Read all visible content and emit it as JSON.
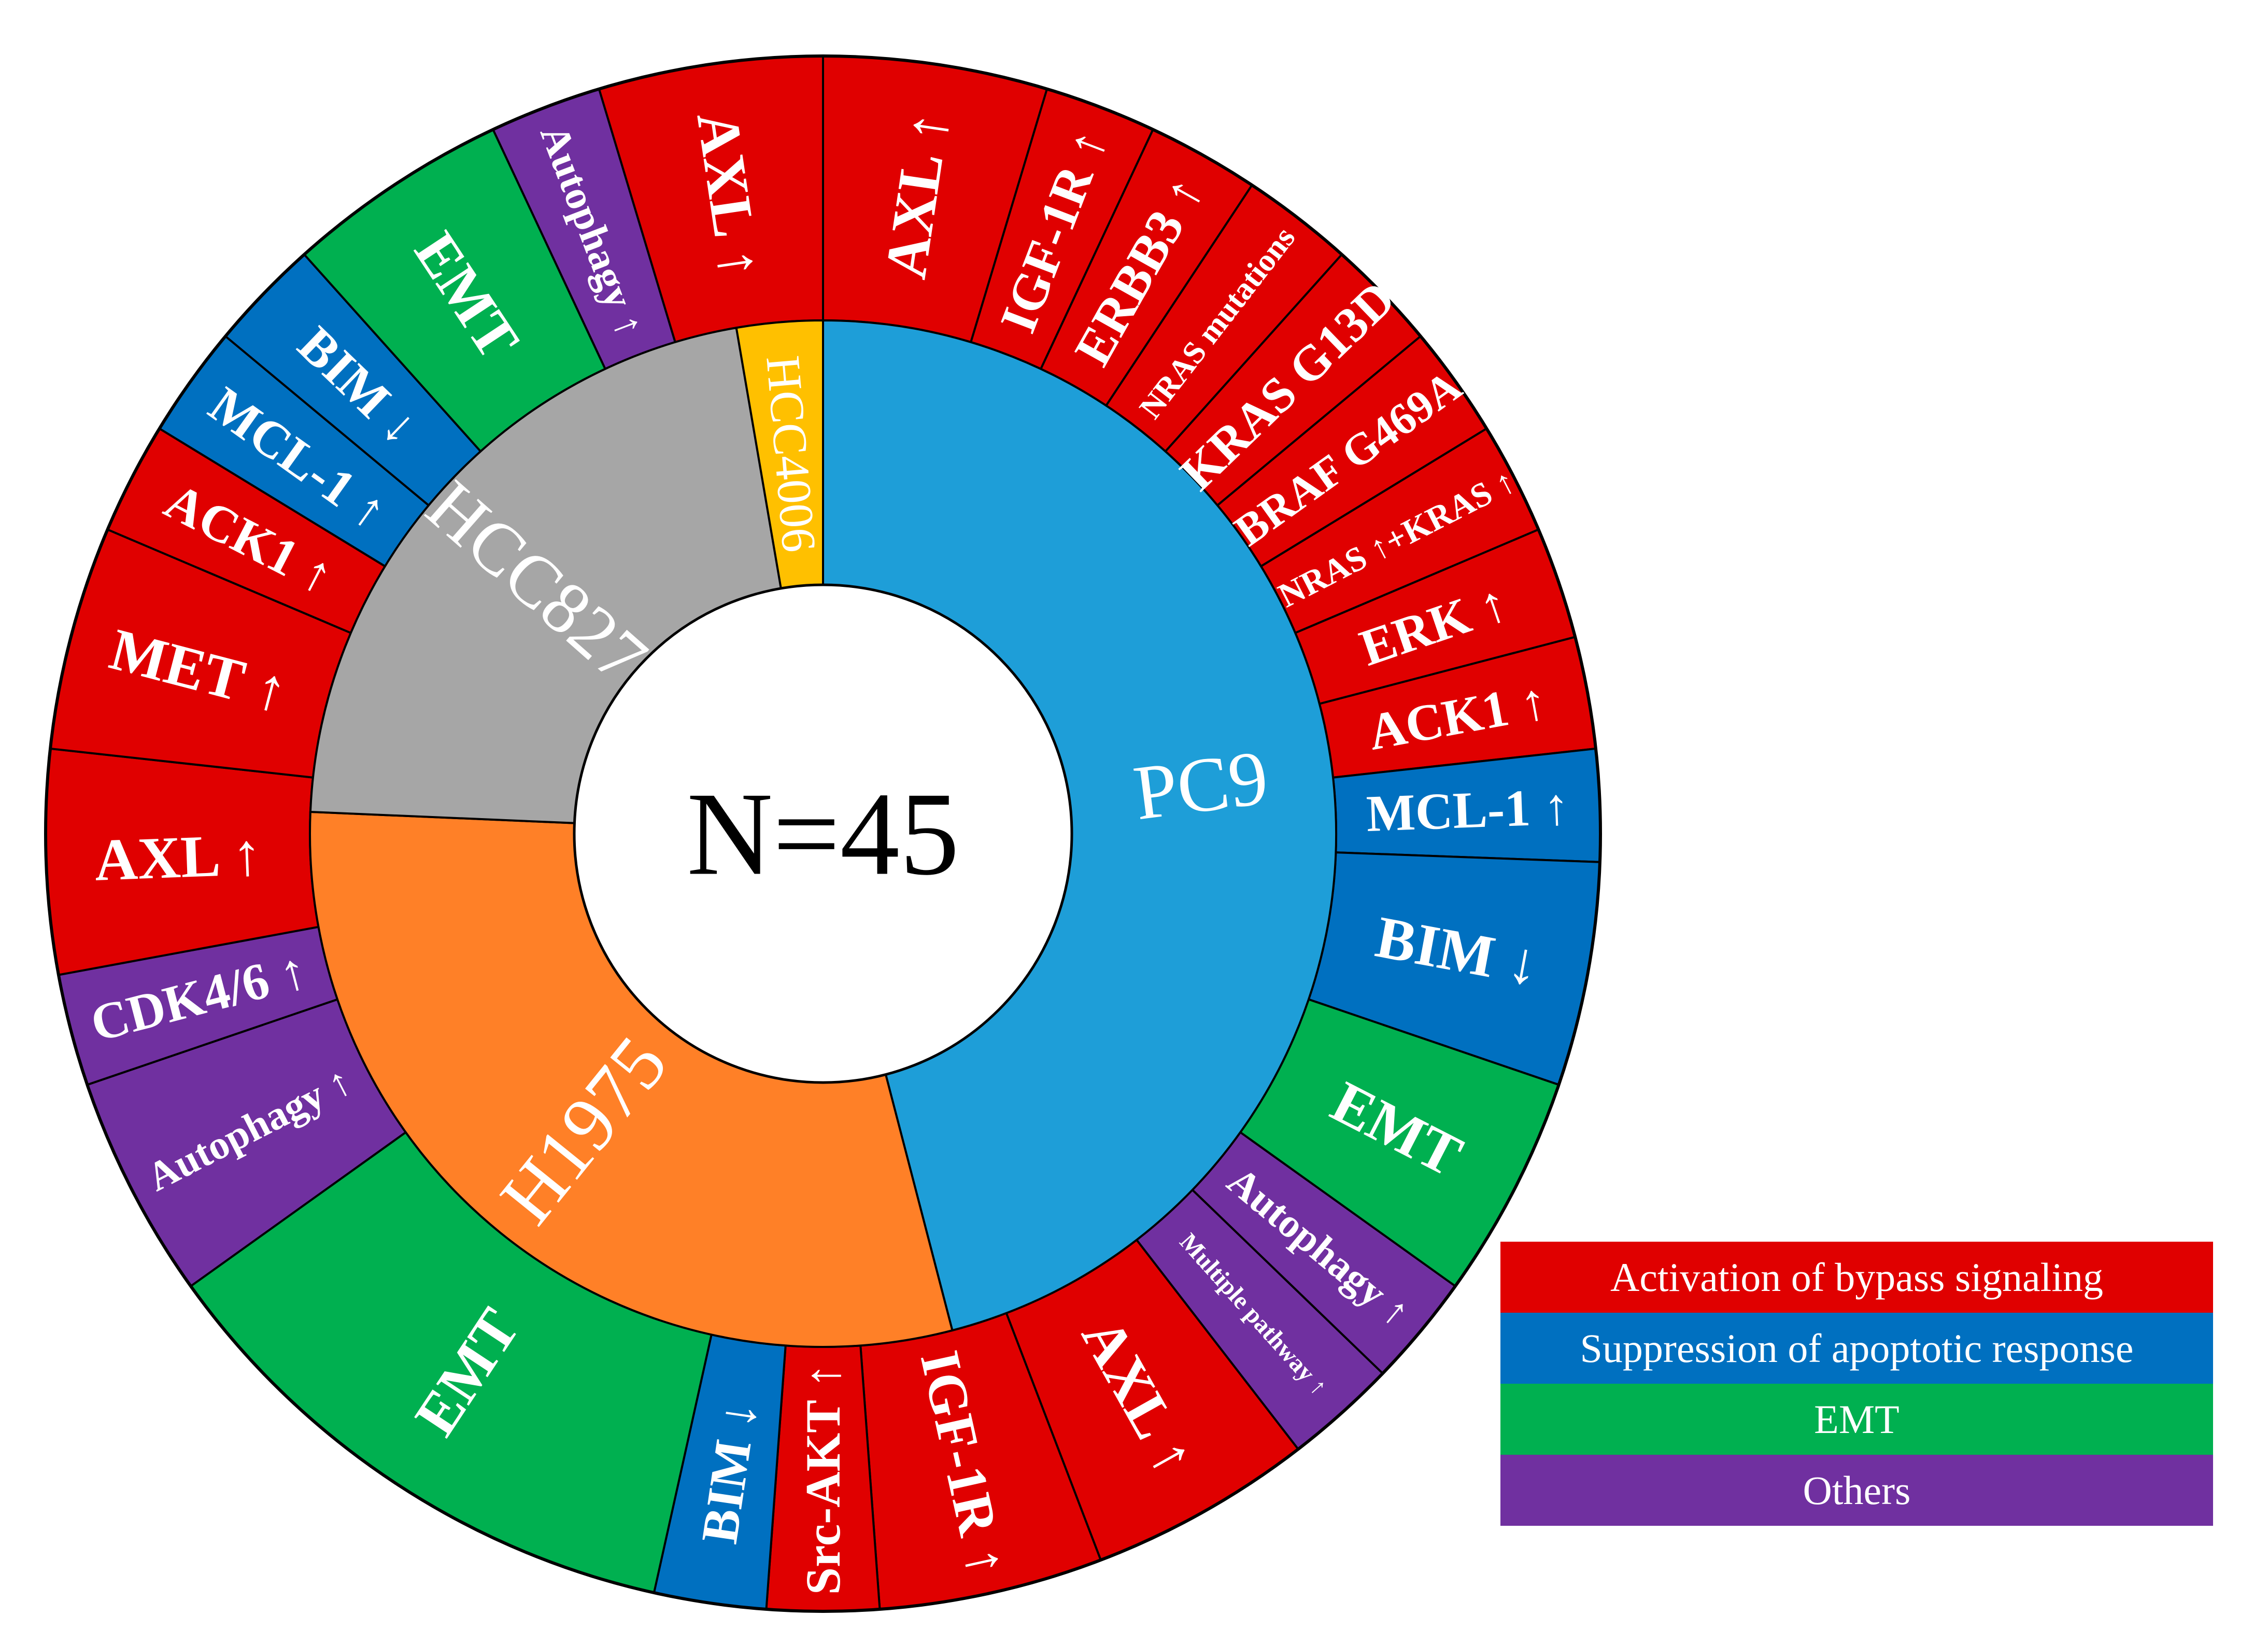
{
  "chart_data": {
    "type": "sunburst",
    "center_label": "N=45",
    "category_colors": {
      "bypass": "#e00000",
      "apoptosis": "#0070c0",
      "emt": "#00b050",
      "others": "#7030a0"
    },
    "inner_ring": [
      {
        "name": "PC9",
        "value": 17,
        "color": "#1e9ed8",
        "text_color": "#ffffff"
      },
      {
        "name": "H1975",
        "value": 11,
        "color": "#ff8027",
        "text_color": "#ffffff"
      },
      {
        "name": "HCC827",
        "value": 8,
        "color": "#a6a6a6",
        "text_color": "#ffffff"
      },
      {
        "name": "HCC4006",
        "value": 1,
        "color": "#ffc000",
        "text_color": "#ffffff"
      }
    ],
    "outer_ring": [
      {
        "label": "AXL ↑",
        "value": 2,
        "category": "bypass"
      },
      {
        "label": "IGF-1R ↑",
        "value": 1,
        "category": "bypass"
      },
      {
        "label": "ERBB3 ↑",
        "value": 1,
        "category": "bypass"
      },
      {
        "label": "NRAS mutations",
        "value": 1,
        "category": "bypass"
      },
      {
        "label": "KRAS G13D",
        "value": 1,
        "category": "bypass"
      },
      {
        "label": "BRAF G469A",
        "value": 1,
        "category": "bypass"
      },
      {
        "label": "NRAS ↑+KRAS ↑",
        "value": 1,
        "category": "bypass"
      },
      {
        "label": "ERK ↑",
        "value": 1,
        "category": "bypass"
      },
      {
        "label": "ACK1 ↑",
        "value": 1,
        "category": "bypass"
      },
      {
        "label": "MCL-1 ↑",
        "value": 1,
        "category": "apoptosis"
      },
      {
        "label": "BIM ↓",
        "value": 2,
        "category": "apoptosis"
      },
      {
        "label": "EMT",
        "value": 2,
        "category": "emt"
      },
      {
        "label": "Autophagy ↑",
        "value": 1,
        "category": "others"
      },
      {
        "label": "Multiple pathway ↑",
        "value": 1,
        "category": "others"
      },
      {
        "label": "AXL ↑",
        "value": 2,
        "category": "bypass"
      },
      {
        "label": "IGF-1R ↑",
        "value": 2,
        "category": "bypass"
      },
      {
        "label": "Src-AKT ↑",
        "value": 1,
        "category": "bypass"
      },
      {
        "label": "BIM ↓",
        "value": 1,
        "category": "apoptosis"
      },
      {
        "label": "EMT",
        "value": 5,
        "category": "emt"
      },
      {
        "label": "Autophagy ↑",
        "value": 2,
        "category": "others"
      },
      {
        "label": "CDK4/6 ↑",
        "value": 1,
        "category": "others"
      },
      {
        "label": "AXL ↑",
        "value": 2,
        "category": "bypass"
      },
      {
        "label": "MET ↑",
        "value": 2,
        "category": "bypass"
      },
      {
        "label": "ACK1 ↑",
        "value": 1,
        "category": "bypass"
      },
      {
        "label": "MCL-1 ↑",
        "value": 1,
        "category": "apoptosis"
      },
      {
        "label": "BIM ↓",
        "value": 1,
        "category": "apoptosis"
      },
      {
        "label": "EMT",
        "value": 2,
        "category": "emt"
      },
      {
        "label": "Autophagy ↑",
        "value": 1,
        "category": "others"
      },
      {
        "label": "AXL ↑",
        "value": 2,
        "category": "bypass"
      }
    ],
    "legend": [
      {
        "label": "Activation of bypass signaling",
        "category": "bypass"
      },
      {
        "label": "Suppression of apoptotic response",
        "category": "apoptosis"
      },
      {
        "label": "EMT",
        "category": "emt"
      },
      {
        "label": "Others",
        "category": "others"
      }
    ]
  }
}
